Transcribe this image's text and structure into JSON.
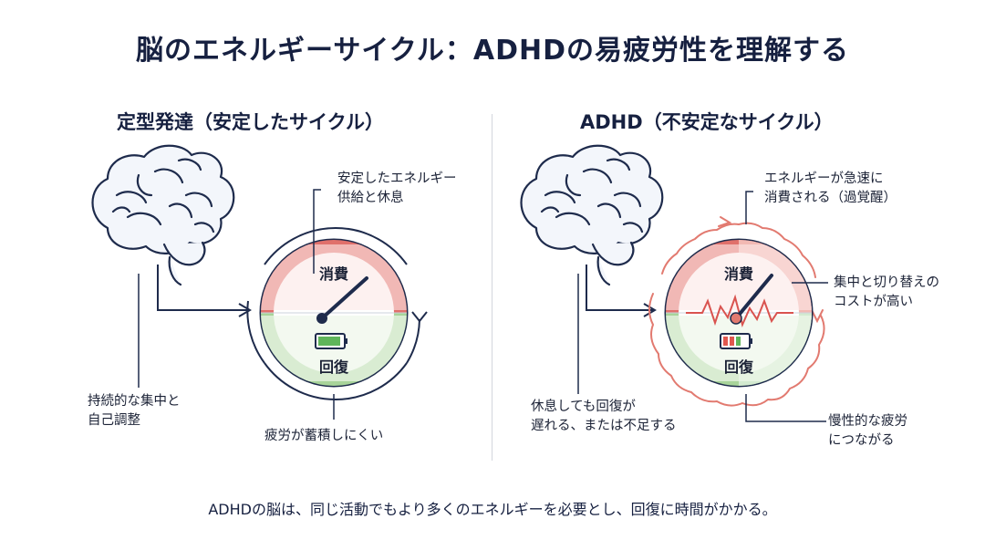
{
  "title": "脳のエネルギーサイクル：ADHDの易疲労性を理解する",
  "left_panel": {
    "heading": "定型発達（安定したサイクル）",
    "gauge_top": "消費",
    "gauge_bottom": "回復",
    "annotation_top": [
      "安定したエネルギー",
      "供給と休息"
    ],
    "annotation_left": [
      "持続的な集中と",
      "自己調整"
    ],
    "annotation_bottom": [
      "疲労が蓄積しにくい"
    ]
  },
  "right_panel": {
    "heading": "ADHD（不安定なサイクル）",
    "gauge_top": "消費",
    "gauge_bottom": "回復",
    "annotation_top": [
      "エネルギーが急速に",
      "消費される（過覚醒）"
    ],
    "annotation_right": [
      "集中と切り替えの",
      "コストが高い"
    ],
    "annotation_left": [
      "休息しても回復が",
      "遅れる、または不足する"
    ],
    "annotation_bottom": [
      "慢性的な疲労",
      "につながる"
    ]
  },
  "footer": "ADHDの脳は、同じ活動でもより多くのエネルギーを必要とし、回復に時間がかかる。",
  "colors": {
    "navy": "#1e2b4c",
    "consume_red": "#e0706b",
    "recover_green": "#a8d49a",
    "warning_red": "#e27a70"
  }
}
